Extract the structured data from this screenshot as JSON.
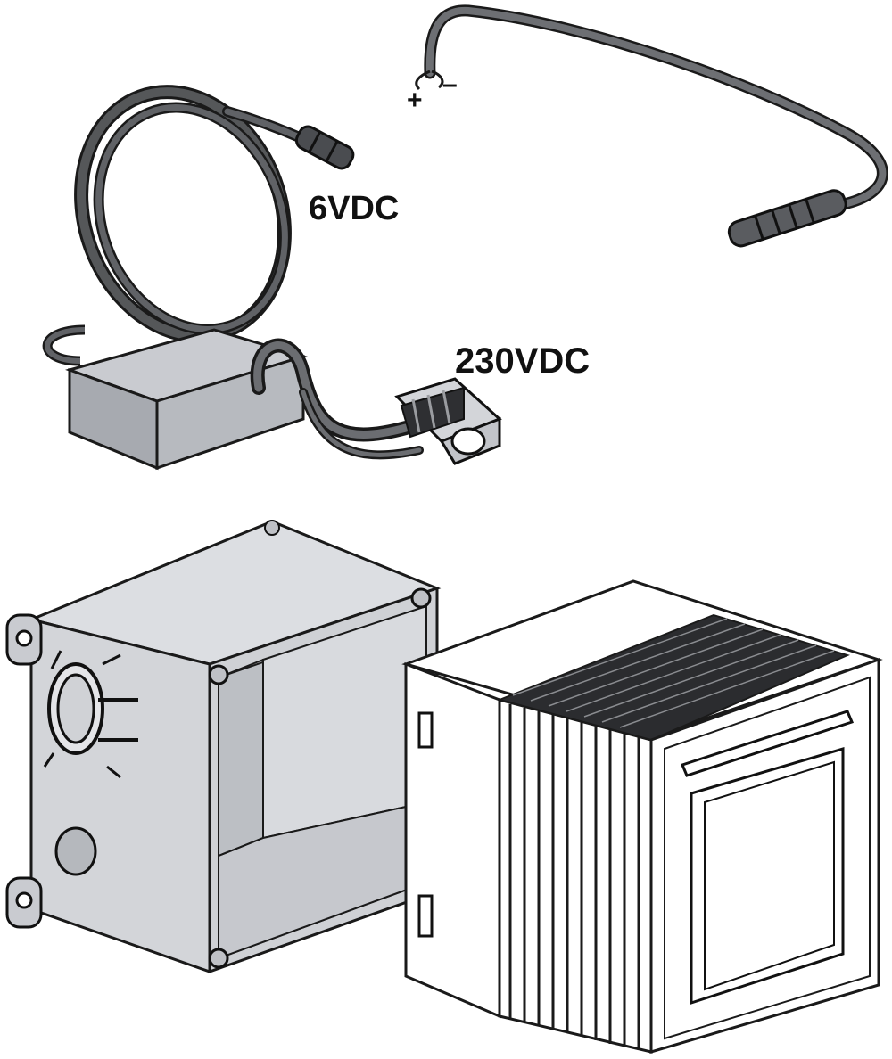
{
  "labels": {
    "low_voltage": "6VDC",
    "mains_voltage": "230VDC",
    "plus": "+",
    "minus": "–"
  },
  "colors": {
    "outline": "#1a1a1a",
    "housing_fill": "#d3d5d9",
    "housing_dark": "#b7babf",
    "module_face": "#ffffff",
    "fins": "#3a3a3a",
    "cable": "#3c3c3c",
    "adapter_top": "#c9cbd0",
    "adapter_side": "#a7aab0"
  },
  "icons": [
    "adapter-box",
    "coiled-cable",
    "mains-terminal-block",
    "sensor-cable",
    "sensor-plug",
    "wall-box-housing",
    "cable-gland",
    "electronics-module"
  ]
}
